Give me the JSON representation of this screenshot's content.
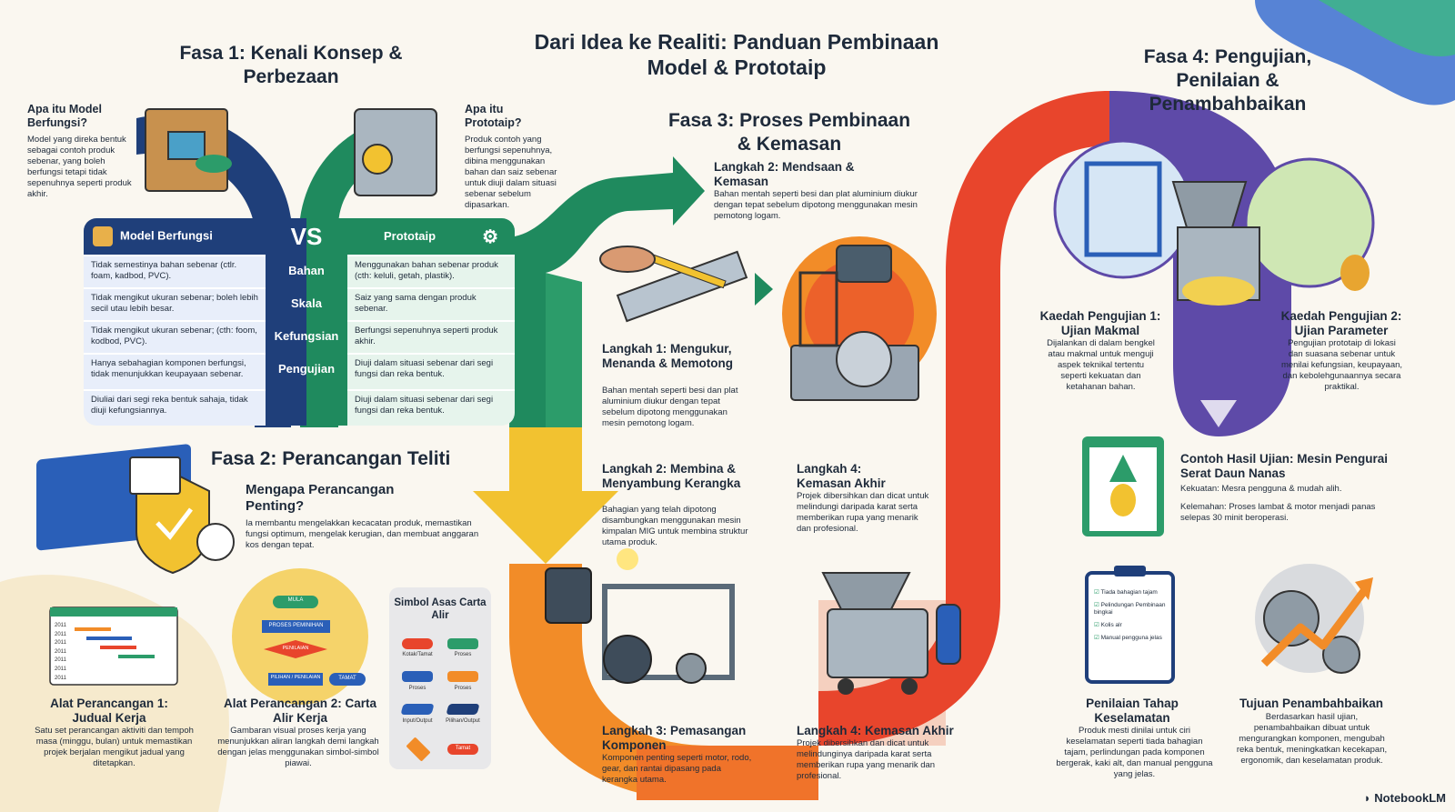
{
  "title": "Dari Idea ke Realiti: Panduan Pembinaan Model & Prototaip",
  "brand": "NotebookLM",
  "colors": {
    "navy": "#1f3f7a",
    "green": "#1f8a5e",
    "orange": "#f28c28",
    "red": "#e8452c",
    "purple": "#5e4aa8",
    "yellow": "#f2c230"
  },
  "phase1": {
    "title": "Fasa 1: Kenali Konsep & Perbezaan",
    "model_q": "Apa itu Model Berfungsi?",
    "model_desc": "Model yang direka bentuk sebagai contoh produk sebenar, yang boleh berfungsi tetapi tidak sepenuhnya seperti produk akhir.",
    "proto_q": "Apa itu Prototaip?",
    "proto_desc": "Produk contoh yang berfungsi sepenuhnya, dibina menggunakan bahan dan saiz sebenar untuk diuji dalam situasi sebenar sebelum dipasarkan.",
    "left_head": "Model Berfungsi",
    "vs": "VS",
    "right_head": "Prototaip",
    "rows": [
      {
        "criterion": "Bahan",
        "left": "Tidak semestinya bahan sebenar (ctlr. foam, kadbod, PVC).",
        "right": "Menggunakan bahan sebenar produk (cth: keluli, getah, plastik)."
      },
      {
        "criterion": "Skala",
        "left": "Tidak mengikut ukuran sebenar; boleh lebih secil utau lebih besar.",
        "right": "Saiz yang sama dengan produk sebenar."
      },
      {
        "criterion": "Kefungsian",
        "left": "Tidak mengikut ukuran sebenar; (cth: foom, kodbod, PVC).",
        "right": "Berfungsi sepenuhnya seperti produk akhir."
      },
      {
        "criterion": "Pengujian",
        "left": "Hanya sebahagian komponen berfungsi, tidak menunjukkan keupayaan sebenar.",
        "right": "Diuji dalam situasi sebenar dari segi fungsi dan reka bentuk."
      },
      {
        "criterion": "",
        "left": "Diuliai dari segi reka bentuk sahaja, tidak diuji kefungsiannya.",
        "right": "Diuji dalam situasi sebenar dari segi fungsi dan reka bentuk."
      }
    ]
  },
  "phase2": {
    "title": "Fasa 2: Perancangan Teliti",
    "why_title": "Mengapa Perancangan Penting?",
    "why_desc": "Ia membantu mengelakkan kecacatan produk, memastikan fungsi optimum, mengelak kerugian, dan membuat anggaran kos dengan tepat.",
    "tool1_title": "Alat Perancangan 1: Judual Kerja",
    "tool1_desc": "Satu set perancangan aktiviti dan tempoh masa (minggu, bulan) untuk memastikan projek berjalan mengikut jadual yang ditetapkan.",
    "tool2_title": "Alat Perancangan 2: Carta Alir Kerja",
    "tool2_desc": "Gambaran visual proses kerja yang menunjukkan aliran langkah demi langkah dengan jelas menggunakan simbol-simbol piawai.",
    "legend_title": "Simbol Asas Carta Alir",
    "legend": [
      "Kotak/Tamat",
      "Proses",
      "Proses",
      "Proses",
      "Input/Output",
      "Pilihan/Output",
      "Tamat"
    ],
    "flow": [
      "MULA",
      "PROSES PEMINIHAN",
      "PENILAIAN",
      "PILIHAN / PENILAIAN",
      "TAMAT"
    ],
    "gantt_rows": [
      "2011",
      "2011",
      "2011",
      "2011",
      "2011",
      "2011",
      "2011"
    ]
  },
  "phase3": {
    "title": "Fasa 3: Proses Pembinaan & Kemasan",
    "s2a_title": "Langkah 2: Mendsaan & Kemasan",
    "s2a_desc": "Bahan mentah seperti besi dan plat aluminium diukur dengan tepat sebelum dipotong menggunakan mesin pemotong logam.",
    "s1_title": "Langkah 1: Mengukur, Menanda & Memotong",
    "s1_desc": "Bahan mentah seperti besi dan plat aluminium diukur dengan tepat sebelum dipotong menggunakan mesin pemotong logam.",
    "s2b_title": "Langkah 2: Membina & Menyambung Kerangka",
    "s2b_desc": "Bahagian yang telah dipotong disambungkan menggunakan mesin kimpalan MIG untuk membina struktur utama produk.",
    "s4a_title": "Langkah 4: Kemasan Akhir",
    "s4a_desc": "Projek dibersihkan dan dicat untuk melindungi daripada karat serta memberikan rupa yang menarik dan profesional.",
    "s3_title": "Langkah 3: Pemasangan Komponen",
    "s3_desc": "Komponen penting seperti motor, rodo, gear, dan rantai dipasang pada kerangka utama.",
    "s4b_title": "Langkah 4: Kemasan Akhir",
    "s4b_desc": "Projek dibersihkan dan dicat untuk melindunginya daripada karat serta memberikan rupa yang menarik dan profesional."
  },
  "phase4": {
    "title": "Fasa 4: Pengujian, Penilaian & Penambahbaikan",
    "t1_title": "Kaedah Pengujian 1: Ujian Makmal",
    "t1_desc": "Dijalankan di dalam bengkel atau makmal untuk menguji aspek teknikal tertentu seperti kekuatan dan ketahanan bahan.",
    "t2_title": "Kaedah Pengujian 2: Ujian Parameter",
    "t2_desc": "Pengujian prototaip di lokasi dan suasana sebenar untuk menilai kefungsian, keupayaan, dan kebolehgunaannya secara praktikal.",
    "ex_title": "Contoh Hasil Ujian: Mesin Pengurai Serat Daun Nanas",
    "ex_pro": "Kekuatan: Mesra pengguna & mudah alih.",
    "ex_con": "Kelemahan: Proses lambat & motor menjadi panas selepas 30 minit beroperasi.",
    "check": [
      "Tiada bahagian tajam",
      "Pelindungan Pembinaan bingkai",
      "Kolis alr",
      "Manual pengguna jelas"
    ],
    "safety_title": "Penilaian Tahap Keselamatan",
    "safety_desc": "Produk mesti dinilai untuk ciri keselamatan seperti tiada bahagian tajam, perlindungan pada komponen bergerak, kaki alt, dan manual pengguna yang jelas.",
    "improve_title": "Tujuan Penambahbaikan",
    "improve_desc": "Berdasarkan hasil ujian, penambahbaikan dibuat untuk mengurangkan komponen, mengubah reka bentuk, meningkatkan kecekapan, ergonomik, dan keselamatan produk."
  }
}
